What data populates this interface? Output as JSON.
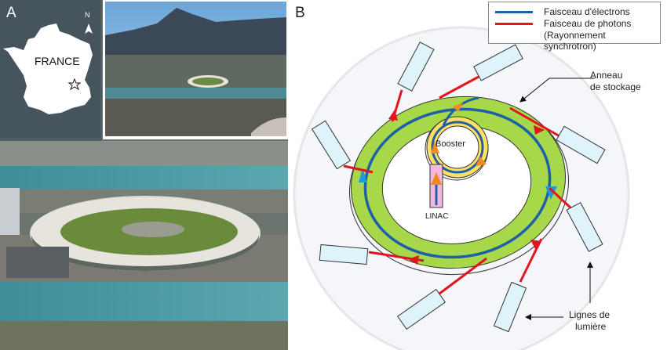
{
  "panels": {
    "a": {
      "label": "A",
      "map": {
        "country": "FRANCE",
        "north": "N",
        "location_marker": "star-icon"
      },
      "photos": [
        "mountain-valley-aerial",
        "synchrotron-aerial-closeup"
      ]
    },
    "b": {
      "label": "B",
      "legend": [
        {
          "label": "Faisceau d'électrons",
          "color": "#1f5fa8"
        },
        {
          "label": "Faisceau de photons",
          "sublabel": "(Rayonnement synchrotron)",
          "color": "#e3141c"
        }
      ],
      "annotations": {
        "storage_ring_line1": "Anneau",
        "storage_ring_line2": "de stockage",
        "beamlines_line1": "Lignes de",
        "beamlines_line2": "lumière",
        "booster": "Booster",
        "linac": "LINAC"
      },
      "colors": {
        "ring_fill": "#a6d84a",
        "booster_fill": "#ffe066",
        "linac_fill": "#f4b8e0",
        "beamline_fill": "#dff4fa",
        "arrow_orange": "#f08a1c",
        "hall_fill": "#f2f4f8"
      }
    }
  }
}
